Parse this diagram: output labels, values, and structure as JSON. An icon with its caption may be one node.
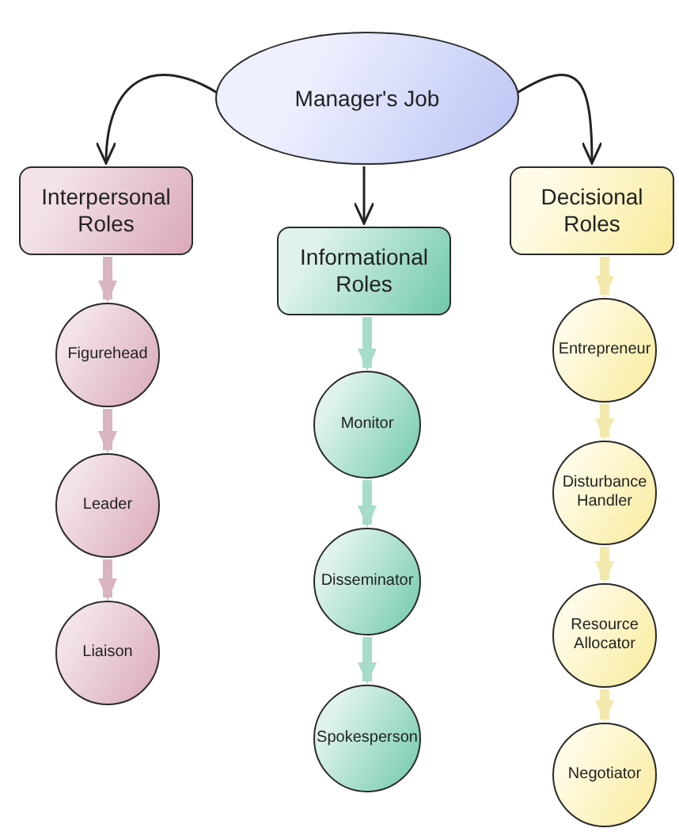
{
  "diagram": {
    "nodes": [
      {
        "text": [
          "Manager's Job"
        ]
      },
      {
        "text": [
          "Interpersonal Roles"
        ]
      },
      {
        "text": [
          "Informational Roles"
        ]
      },
      {
        "text": [
          "Decisional Roles"
        ]
      },
      {
        "text": [
          "Figurehead"
        ]
      },
      {
        "text": [
          "Leader"
        ]
      },
      {
        "text": [
          "Liaison"
        ]
      },
      {
        "text": [
          "Monitor"
        ]
      },
      {
        "text": [
          "Disseminator"
        ]
      },
      {
        "text": [
          "Spokesperson"
        ]
      },
      {
        "text": [
          "Entrepreneur"
        ]
      },
      {
        "text": [
          "Disturbance Handler"
        ]
      },
      {
        "text": [
          "Resource Allocator"
        ]
      },
      {
        "text": [
          "Negotiator"
        ]
      }
    ],
    "edges": [
      {
        "from": 0,
        "to": 1,
        "arrow": "to",
        "color": "#222222"
      },
      {
        "from": 0,
        "to": 2,
        "arrow": "to",
        "color": "#222222"
      },
      {
        "from": 0,
        "to": 3,
        "arrow": "to",
        "color": "#222222"
      },
      {
        "from": 1,
        "to": 4,
        "arrow": "to",
        "color": "#d8b4be"
      },
      {
        "from": 4,
        "to": 5,
        "arrow": "to",
        "color": "#d8b4be"
      },
      {
        "from": 5,
        "to": 6,
        "arrow": "to",
        "color": "#d8b4be"
      },
      {
        "from": 2,
        "to": 7,
        "arrow": "to",
        "color": "#a6dcc8"
      },
      {
        "from": 7,
        "to": 8,
        "arrow": "to",
        "color": "#a6dcc8"
      },
      {
        "from": 8,
        "to": 9,
        "arrow": "to",
        "color": "#a6dcc8"
      },
      {
        "from": 3,
        "to": 10,
        "arrow": "to",
        "color": "#f3e9ac"
      },
      {
        "from": 10,
        "to": 11,
        "arrow": "to",
        "color": "#f3e9ac"
      },
      {
        "from": 11,
        "to": 12,
        "arrow": "to",
        "color": "#f3e9ac"
      },
      {
        "from": 12,
        "to": 13,
        "arrow": "to",
        "color": "#f3e9ac"
      }
    ]
  }
}
